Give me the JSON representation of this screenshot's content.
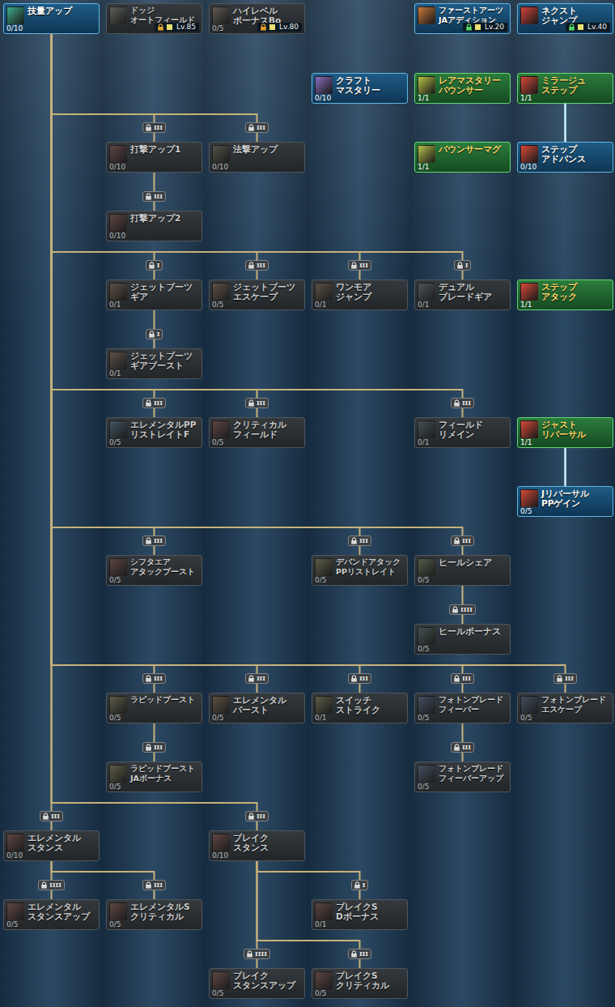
{
  "diagram": {
    "nodes": [
      {
        "text": [
          "技量アップ",
          "0/10"
        ]
      },
      {
        "text": [
          "ドッジ オートフィールド",
          "Lv.85"
        ]
      },
      {
        "text": [
          "ハイレベル ボーナスBo",
          "0/5",
          "Lv.80"
        ]
      },
      {
        "text": [
          "ファーストアーツ JAアディション",
          "Lv.20"
        ]
      },
      {
        "text": [
          "ネクスト ジャンプ",
          "Lv.40"
        ]
      },
      {
        "text": [
          "クラフト マスタリー",
          "0/10"
        ]
      },
      {
        "text": [
          "レアマスタリー バウンサー",
          "1/1"
        ]
      },
      {
        "text": [
          "ミラージュ ステップ",
          "1/1"
        ]
      },
      {
        "text": [
          "打撃アップ1",
          "0/10"
        ]
      },
      {
        "text": [
          "法撃アップ",
          "0/10"
        ]
      },
      {
        "text": [
          "バウンサーマグ",
          "1/1"
        ]
      },
      {
        "text": [
          "ステップ アドバンス",
          "0/10"
        ]
      },
      {
        "text": [
          "打撃アップ2",
          "0/10"
        ]
      },
      {
        "text": [
          "ジェットブーツ ギア",
          "0/1"
        ]
      },
      {
        "text": [
          "ジェットブーツ エスケープ",
          "0/5"
        ]
      },
      {
        "text": [
          "ワンモア ジャンプ",
          "0/1"
        ]
      },
      {
        "text": [
          "デュアル ブレードギア",
          "0/1"
        ]
      },
      {
        "text": [
          "ステップ アタック",
          "1/1"
        ]
      },
      {
        "text": [
          "ジェットブーツ ギアブースト",
          "0/1"
        ]
      },
      {
        "text": [
          "エレメンタルPP リストレイトF",
          "0/5"
        ]
      },
      {
        "text": [
          "クリティカル フィールド",
          "0/5"
        ]
      },
      {
        "text": [
          "フィールド リメイン",
          "0/1"
        ]
      },
      {
        "text": [
          "ジャスト リバーサル",
          "1/1"
        ]
      },
      {
        "text": [
          "Jリバーサル PPゲイン",
          "0/5"
        ]
      },
      {
        "text": [
          "シフタエア アタックブースト",
          "0/5"
        ]
      },
      {
        "text": [
          "デバンドアタック PPリストレイト",
          "0/5"
        ]
      },
      {
        "text": [
          "ヒールシェア",
          "0/5"
        ]
      },
      {
        "text": [
          "ヒールボーナス",
          "0/5"
        ]
      },
      {
        "text": [
          "ラピッドブースト",
          "0/5"
        ]
      },
      {
        "text": [
          "エレメンタル バースト",
          "0/5"
        ]
      },
      {
        "text": [
          "スイッチ ストライク",
          "0/1"
        ]
      },
      {
        "text": [
          "フォトンブレード フィーバー",
          "0/5"
        ]
      },
      {
        "text": [
          "フォトンブレード エスケープ",
          "0/5"
        ]
      },
      {
        "text": [
          "ラピッドブースト JAボーナス",
          "0/5"
        ]
      },
      {
        "text": [
          "フォトンブレード フィーバーアップ",
          "0/5"
        ]
      },
      {
        "text": [
          "エレメンタル スタンス",
          "0/10"
        ]
      },
      {
        "text": [
          "ブレイク スタンス",
          "0/10"
        ]
      },
      {
        "text": [
          "エレメンタル スタンスアップ",
          "0/5"
        ]
      },
      {
        "text": [
          "エレメンタルS クリティカル",
          "0/5"
        ]
      },
      {
        "text": [
          "ブレイクS Dボーナス",
          "0/1"
        ]
      },
      {
        "text": [
          "ブレイク スタンスアップ",
          "0/5"
        ]
      },
      {
        "text": [
          "ブレイクS クリティカル",
          "0/5"
        ]
      }
    ],
    "edges": [
      {
        "from": 0,
        "to": 8,
        "arrow": "none",
        "label": "III"
      },
      {
        "from": 0,
        "to": 9,
        "arrow": "none",
        "label": "III"
      },
      {
        "from": 8,
        "to": 12,
        "arrow": "none",
        "label": "III"
      },
      {
        "from": 7,
        "to": 11,
        "arrow": "none"
      },
      {
        "from": 0,
        "to": 13,
        "arrow": "none",
        "label": "I"
      },
      {
        "from": 0,
        "to": 14,
        "arrow": "none",
        "label": "III"
      },
      {
        "from": 0,
        "to": 15,
        "arrow": "none",
        "label": "III"
      },
      {
        "from": 0,
        "to": 16,
        "arrow": "none",
        "label": "I"
      },
      {
        "from": 13,
        "to": 18,
        "arrow": "none",
        "label": "I"
      },
      {
        "from": 0,
        "to": 19,
        "arrow": "none",
        "label": "III"
      },
      {
        "from": 0,
        "to": 20,
        "arrow": "none",
        "label": "III"
      },
      {
        "from": 0,
        "to": 21,
        "arrow": "none",
        "label": "III"
      },
      {
        "from": 22,
        "to": 23,
        "arrow": "none"
      },
      {
        "from": 0,
        "to": 24,
        "arrow": "none",
        "label": "III"
      },
      {
        "from": 0,
        "to": 25,
        "arrow": "none",
        "label": "III"
      },
      {
        "from": 0,
        "to": 26,
        "arrow": "none",
        "label": "III"
      },
      {
        "from": 26,
        "to": 27,
        "arrow": "none",
        "label": "IIII"
      },
      {
        "from": 0,
        "to": 28,
        "arrow": "none",
        "label": "III"
      },
      {
        "from": 0,
        "to": 29,
        "arrow": "none",
        "label": "III"
      },
      {
        "from": 0,
        "to": 30,
        "arrow": "none",
        "label": "III"
      },
      {
        "from": 0,
        "to": 31,
        "arrow": "none",
        "label": "III"
      },
      {
        "from": 0,
        "to": 32,
        "arrow": "none",
        "label": "III"
      },
      {
        "from": 28,
        "to": 33,
        "arrow": "none",
        "label": "III"
      },
      {
        "from": 31,
        "to": 34,
        "arrow": "none",
        "label": "III"
      },
      {
        "from": 0,
        "to": 35,
        "arrow": "none",
        "label": "III"
      },
      {
        "from": 0,
        "to": 36,
        "arrow": "none",
        "label": "III"
      },
      {
        "from": 35,
        "to": 37,
        "arrow": "none",
        "label": "IIII"
      },
      {
        "from": 35,
        "to": 38,
        "arrow": "none",
        "label": "III"
      },
      {
        "from": 36,
        "to": 39,
        "arrow": "none",
        "label": "I"
      },
      {
        "from": 36,
        "to": 40,
        "arrow": "none",
        "label": "IIII"
      },
      {
        "from": 36,
        "to": 41,
        "arrow": "none",
        "label": "III"
      }
    ]
  }
}
